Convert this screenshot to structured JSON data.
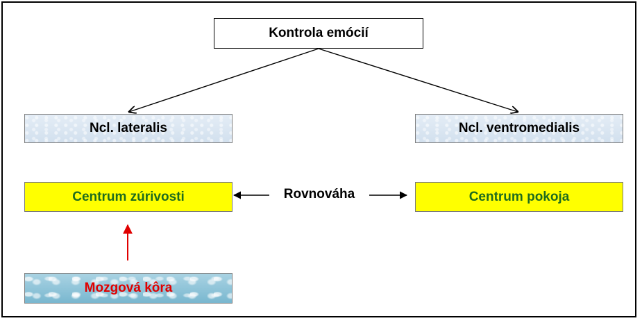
{
  "title": "Kontrola emócií",
  "left_nucleus": "Ncl. lateralis",
  "right_nucleus": "Ncl. ventromedialis",
  "left_center": "Centrum zúrivosti",
  "right_center": "Centrum pokoja",
  "balance": "Rovnováha",
  "cortex": "Mozgová kôra",
  "colors": {
    "center_fill": "#ffff00",
    "center_text": "#1e6b1e",
    "cortex_text": "#e00000",
    "cortex_arrow": "#e00000"
  }
}
